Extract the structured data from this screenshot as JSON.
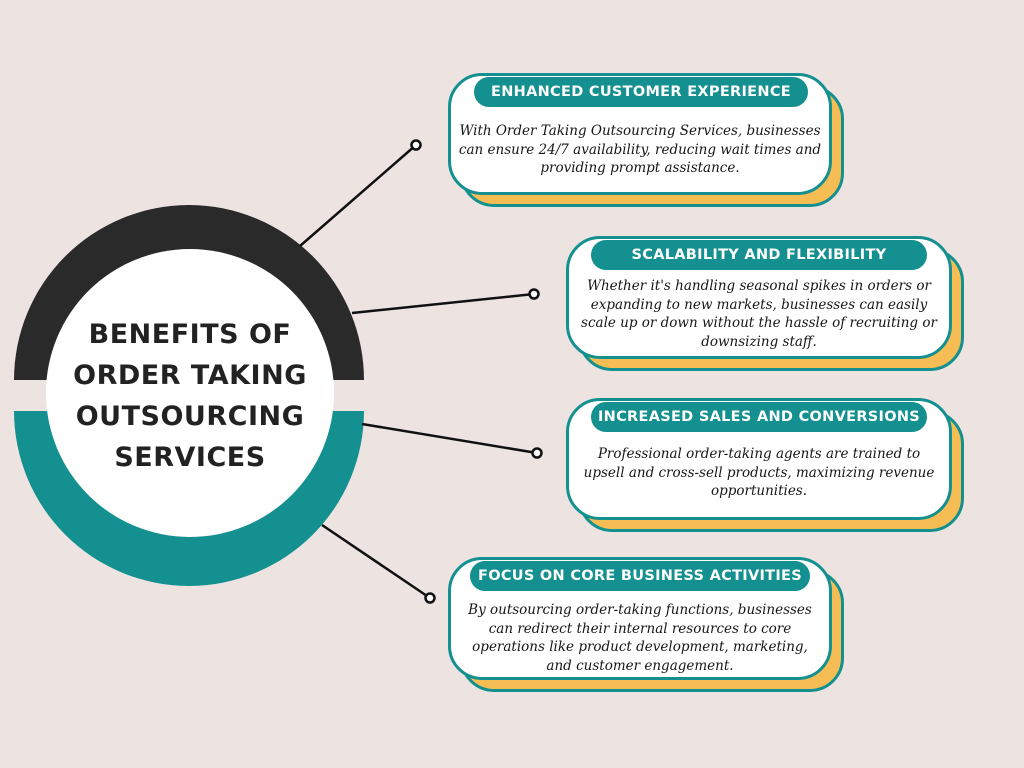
{
  "colors": {
    "background": "#ede4e2",
    "teal": "#13908f",
    "dark": "#2b2a2a",
    "yellow": "#f7bd55",
    "white": "#ffffff"
  },
  "hub": {
    "title_lines": [
      "BENEFITS OF",
      "ORDER TAKING",
      "OUTSOURCING",
      "SERVICES"
    ]
  },
  "cards": [
    {
      "title": "ENHANCED CUSTOMER EXPERIENCE",
      "description": "With Order Taking Outsourcing Services, businesses can ensure 24/7 availability, reducing wait times and providing prompt assistance."
    },
    {
      "title": "SCALABILITY AND FLEXIBILITY",
      "description": "Whether it's handling seasonal spikes in orders or expanding to new markets, businesses can easily scale up or down without the hassle of recruiting or downsizing staff."
    },
    {
      "title": "INCREASED SALES AND CONVERSIONS",
      "description": "Professional order-taking agents are trained to upsell and cross-sell products, maximizing revenue opportunities."
    },
    {
      "title": "FOCUS ON CORE BUSINESS ACTIVITIES",
      "description": "By outsourcing order-taking functions, businesses can redirect their internal resources to core operations like product development, marketing, and customer engagement."
    }
  ]
}
